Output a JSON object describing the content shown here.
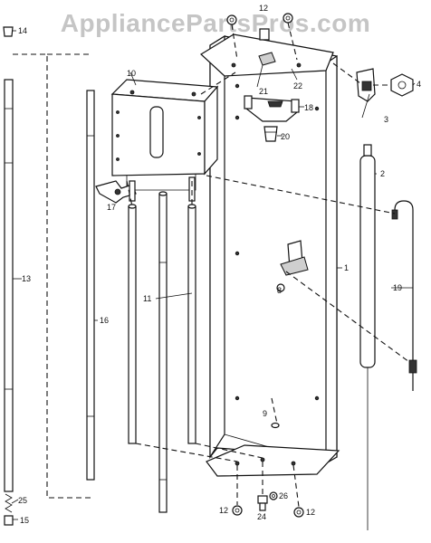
{
  "watermark": "AppliancePartsPros.com",
  "callouts": {
    "p1": "1",
    "p2": "2",
    "p3": "3",
    "p4": "4",
    "p8": "8",
    "p9": "9",
    "p10": "10",
    "p11": "11",
    "p12a": "12",
    "p12b": "12",
    "p12c": "12",
    "p13": "13",
    "p14": "14",
    "p15": "15",
    "p16": "16",
    "p17": "17",
    "p18": "18",
    "p19": "19",
    "p20": "20",
    "p21": "21",
    "p22": "22",
    "p24": "24",
    "p25": "25",
    "p26": "26"
  }
}
